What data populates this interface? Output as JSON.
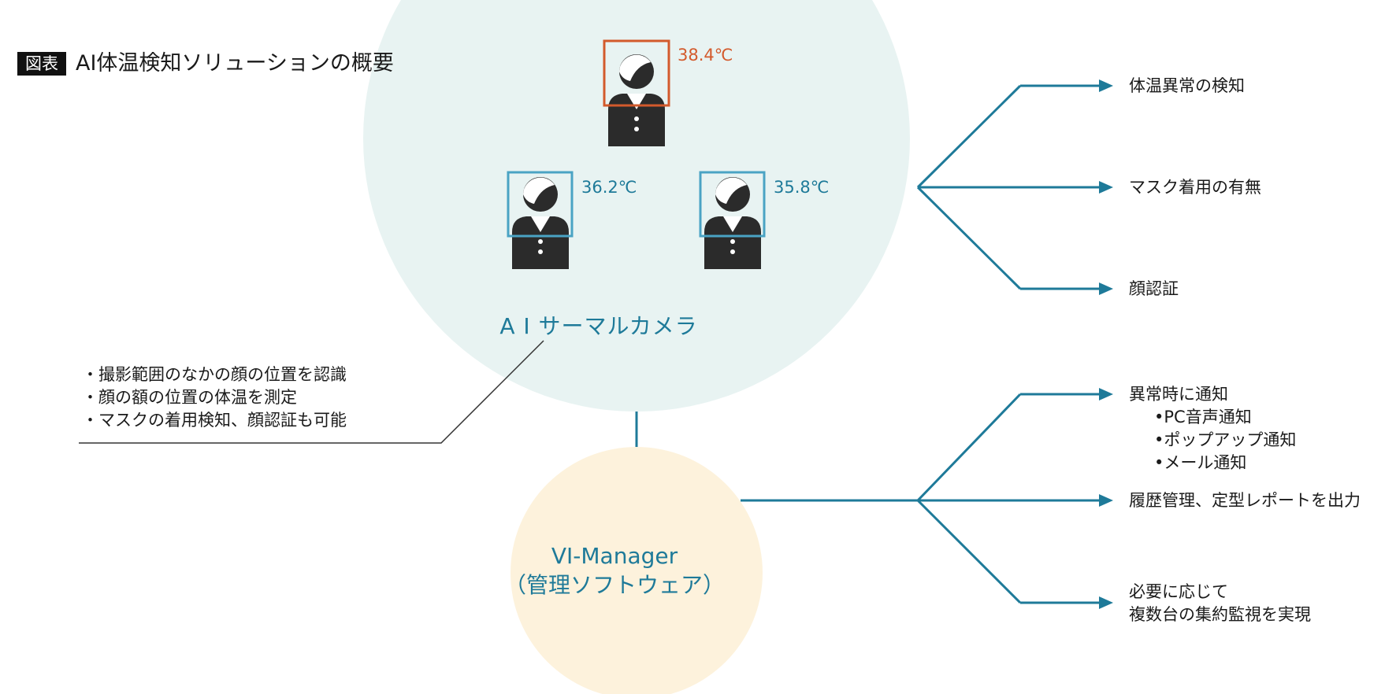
{
  "header": {
    "badge": "図表",
    "title": "AI体温検知ソリューションの概要"
  },
  "camera": {
    "label": "A I サーマルカメラ",
    "persons": [
      {
        "temp": "38.4℃",
        "status": "abnormal",
        "color": "#d35a2c"
      },
      {
        "temp": "36.2℃",
        "status": "normal",
        "color": "#4aa3c4"
      },
      {
        "temp": "35.8℃",
        "status": "normal",
        "color": "#4aa3c4"
      }
    ],
    "features": [
      "・撮影範囲のなかの顔の位置を認識",
      "・顔の額の位置の体温を測定",
      "・マスクの着用検知、顔認証も可能"
    ]
  },
  "camera_outputs": [
    "体温異常の検知",
    "マスク着用の有無",
    "顔認証"
  ],
  "manager": {
    "name": "VI-Manager",
    "sub": "（管理ソフトウェア）",
    "outputs": [
      {
        "label": "異常時に通知",
        "items": [
          "•PC音声通知",
          "•ポップアップ通知",
          "•メール通知"
        ]
      },
      {
        "label": "履歴管理、定型レポートを出力",
        "items": []
      },
      {
        "label": "必要に応じて",
        "label2": "複数台の集約監視を実現",
        "items": []
      }
    ]
  },
  "colors": {
    "teal": "#1e7a99",
    "camera_circle": "#e8f3f2",
    "manager_circle": "#fdf2dc",
    "abnormal": "#d35a2c",
    "normal": "#4aa3c4",
    "person": "#2b2b2b"
  }
}
